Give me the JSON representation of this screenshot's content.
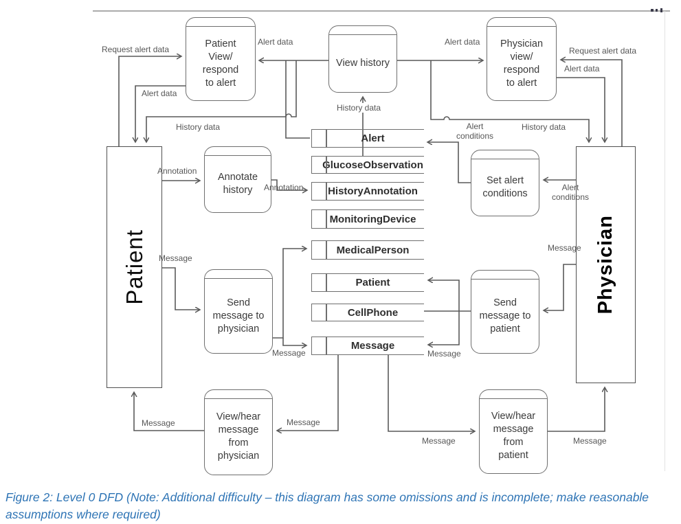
{
  "colors": {
    "caption": "#2E74B5",
    "line": "#595959",
    "box_border": "#6e6e6e"
  },
  "entities": {
    "patient": "Patient",
    "physician": "Physician"
  },
  "processes": {
    "patient_view": "Patient\nView/\nrespond\nto alert",
    "view_history": "View history",
    "physician_view": "Physician\nview/\nrespond\nto alert",
    "annotate_history": "Annotate\nhistory",
    "set_alert_conditions": "Set alert\nconditions",
    "send_message_physician": "Send\nmessage to\nphysician",
    "send_message_patient": "Send\nmessage to\npatient",
    "view_hear_physician": "View/hear\nmessage\nfrom\nphysician",
    "view_hear_patient": "View/hear\nmessage\nfrom\npatient"
  },
  "data_stores": [
    "Alert",
    "GlucoseObservation",
    "HistoryAnnotation",
    "MonitoringDevice",
    "MedicalPerson",
    "Patient",
    "CellPhone",
    "Message"
  ],
  "flow_labels": {
    "request_alert_left": "Request alert data",
    "alert_data_top_left": "Alert data",
    "alert_data_mid_left": "Alert data",
    "history_data_left": "History data",
    "history_data_center": "History data",
    "alert_data_top_right": "Alert data",
    "request_alert_right": "Request alert data",
    "alert_data_mid_right": "Alert data",
    "history_data_right": "History data",
    "alert_conditions_left": "Alert\nconditions",
    "alert_conditions_right": "Alert\nconditions",
    "annotation_left": "Annotation",
    "annotation_right": "Annotation",
    "message_patient_out": "Message",
    "message_send_phys_out": "Message",
    "message_physician_out": "Message",
    "message_send_pat_out": "Message",
    "message_vh_phys_in": "Message",
    "message_vh_phys_out": "Message",
    "message_vh_pat_in": "Message",
    "message_vh_pat_out": "Message"
  },
  "figure": {
    "caption": "Figure 2: Level 0 DFD (Note: Additional difficulty – this diagram has some omissions and is incomplete; make reasonable assumptions where required)"
  }
}
